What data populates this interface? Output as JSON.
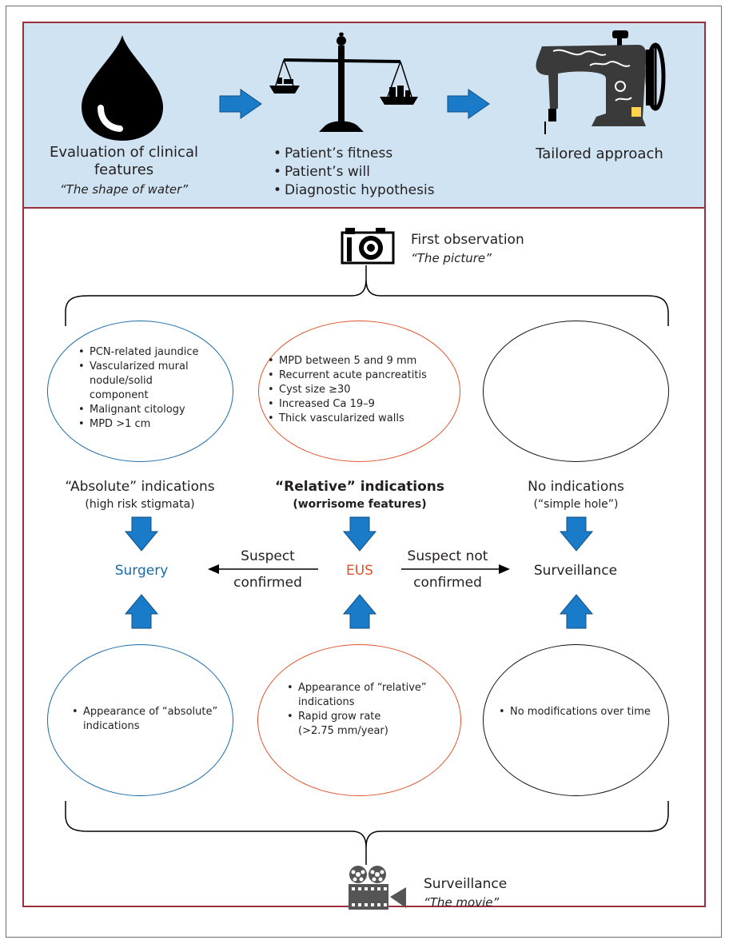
{
  "top": {
    "step1_line1": "Evaluation of clinical",
    "step1_line2": "features",
    "step1_quote": "“The shape of water”",
    "step2_bullets": [
      "Patient’s fitness",
      "Patient’s will",
      "Diagnostic hypothesis"
    ],
    "step3_label": "Tailored approach"
  },
  "first_observation": {
    "title": "First observation",
    "quote": "“The picture”"
  },
  "upper_ellipses": {
    "absolute": [
      "PCN-related jaundice",
      "Vascularized mural nodule/solid component",
      "Malignant citology",
      "MPD >1 cm"
    ],
    "relative": [
      "MPD between 5 and 9 mm",
      "Recurrent acute pancreatitis",
      "Cyst size ≥30",
      "Increased Ca 19–9",
      "Thick vascularized walls"
    ]
  },
  "indications": {
    "absolute_title": "“Absolute” indications",
    "absolute_sub": "(high risk stigmata)",
    "relative_title": "“Relative” indications",
    "relative_sub": "(worrisome features)",
    "none_title": "No indications",
    "none_sub": "(“simple hole”)"
  },
  "outcomes": {
    "surgery": "Surgery",
    "eus": "EUS",
    "surveillance": "Surveillance",
    "left_arrow_line1": "Suspect",
    "left_arrow_line2": "confirmed",
    "right_arrow_line1": "Suspect not",
    "right_arrow_line2": "confirmed"
  },
  "lower_ellipses": {
    "absolute": [
      "Appearance of “absolute” indications"
    ],
    "relative": [
      "Appearance of “relative” indications",
      "Rapid grow rate (>2.75 mm/year)"
    ],
    "none": [
      "No modifications over time"
    ]
  },
  "surveillance_bottom": {
    "title": "Surveillance",
    "quote": "“The movie”"
  },
  "colors": {
    "frame": "#9b2f3e",
    "band": "#cfe3f2",
    "arrow": "#1a7cc8",
    "blue_text": "#1a6aa8",
    "red_text": "#e0532c"
  }
}
